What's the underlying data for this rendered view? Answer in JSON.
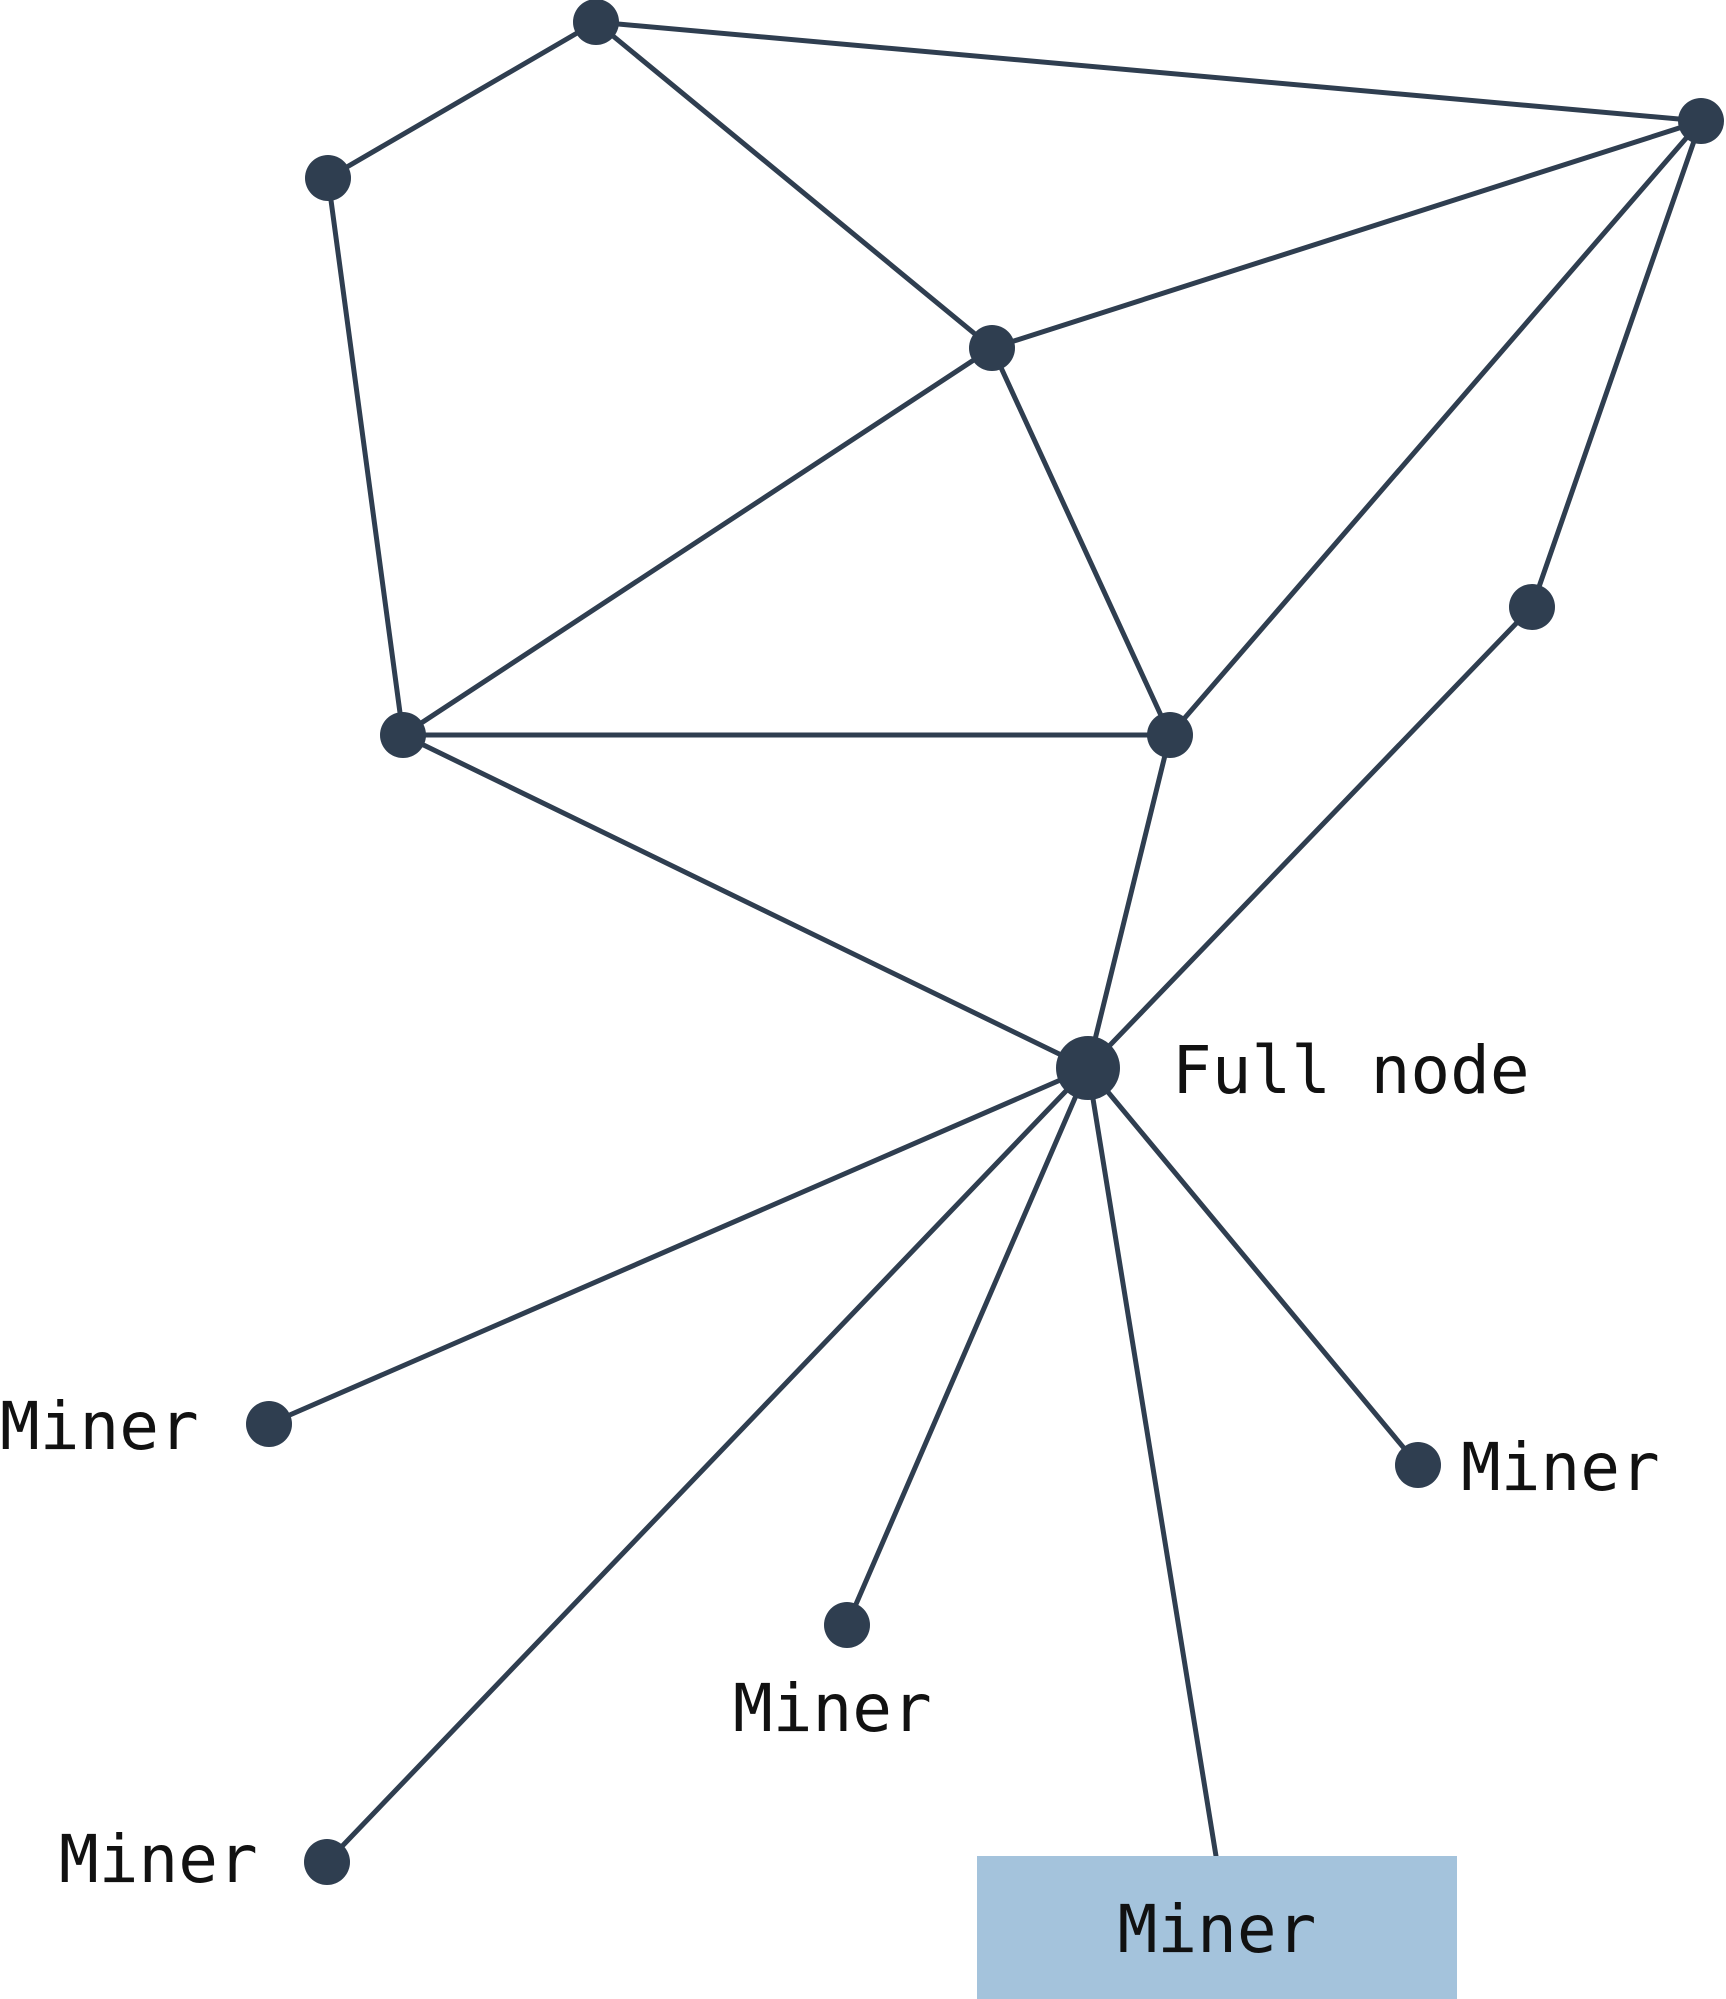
{
  "diagram": {
    "colors": {
      "stroke": "#2f3e50",
      "node": "#2f3e50",
      "text": "#111111",
      "highlight_fill": "#a4c3dc",
      "background": "#ffffff"
    },
    "labels": {
      "full_node": "Full node",
      "miner_left": "Miner",
      "miner_right": "Miner",
      "miner_center": "Miner",
      "miner_bottom_left": "Miner",
      "miner_highlighted": "Miner"
    }
  }
}
